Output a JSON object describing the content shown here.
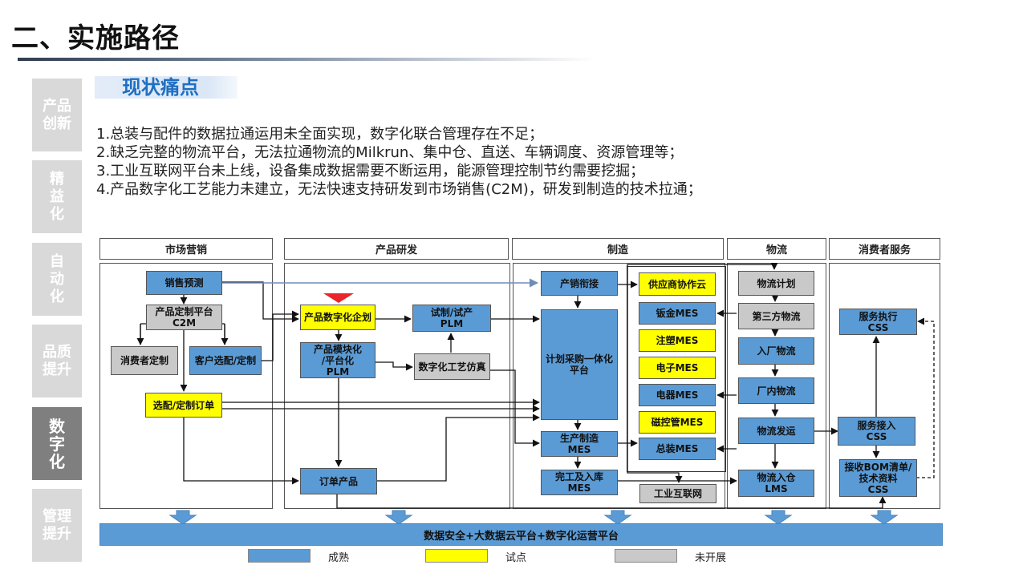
{
  "page": {
    "title": "二、实施路径",
    "section_label": "现状痛点"
  },
  "side_tabs": [
    {
      "label": "产品\n创新",
      "active": false
    },
    {
      "label": "精\n益\n化",
      "active": false
    },
    {
      "label": "自\n动\n化",
      "active": false
    },
    {
      "label": "品质\n提升",
      "active": false
    },
    {
      "label": "数\n字\n化",
      "active": true
    },
    {
      "label": "管理\n提升",
      "active": false
    }
  ],
  "issues": [
    "1.总装与配件的数据拉通运用未全面实现，数字化联合管理存在不足；",
    "2.缺乏完整的物流平台，无法拉通物流的Milkrun、集中仓、直送、车辆调度、资源管理等；",
    "3.工业互联网平台未上线，设备集成数据需要不断运用，能源管理控制节约需要挖掘；",
    "4.产品数字化工艺能力未建立，无法快速支持研发到市场销售(C2M)，研发到制造的技术拉通；"
  ],
  "columns": [
    {
      "name": "市场营销"
    },
    {
      "name": "产品研发"
    },
    {
      "name": "制造"
    },
    {
      "name": "物流"
    },
    {
      "name": "消费者服务"
    }
  ],
  "nodes": {
    "sales_forecast": {
      "label": "销售预测",
      "status": "mature"
    },
    "c2m": {
      "label": "产品定制平台\nC2M",
      "status": "not_started"
    },
    "consumer_custom": {
      "label": "消费者定制",
      "status": "not_started"
    },
    "customer_select": {
      "label": "客户选配/定制",
      "status": "mature"
    },
    "custom_order": {
      "label": "选配/定制订单",
      "status": "pilot"
    },
    "digital_planning": {
      "label": "产品数字化企划",
      "status": "pilot"
    },
    "plm_module": {
      "label": "产品模块化\n/平台化\nPLM",
      "status": "mature"
    },
    "trial_plm": {
      "label": "试制/试产\nPLM",
      "status": "mature"
    },
    "process_sim": {
      "label": "数字化工艺仿真",
      "status": "not_started"
    },
    "order_product": {
      "label": "订单产品",
      "status": "mature"
    },
    "sales_link": {
      "label": "产销衔接",
      "status": "mature"
    },
    "purchase_plan": {
      "label": "计划采购一体化\n平台",
      "status": "mature"
    },
    "prod_mes": {
      "label": "生产制造\nMES",
      "status": "mature"
    },
    "finish_mes": {
      "label": "完工及入库\nMES",
      "status": "mature"
    },
    "supplier_cloud": {
      "label": "供应商协作云",
      "status": "pilot"
    },
    "sheet_mes": {
      "label": "钣金MES",
      "status": "mature"
    },
    "inject_mes": {
      "label": "注塑MES",
      "status": "pilot"
    },
    "elec_mes": {
      "label": "电子MES",
      "status": "pilot"
    },
    "appliance_mes": {
      "label": "电器MES",
      "status": "mature"
    },
    "magnet_mes": {
      "label": "磁控管MES",
      "status": "pilot"
    },
    "assembly_mes": {
      "label": "总装MES",
      "status": "mature"
    },
    "iiot": {
      "label": "工业互联网",
      "status": "not_started"
    },
    "log_plan": {
      "label": "物流计划",
      "status": "not_started"
    },
    "third_party": {
      "label": "第三方物流",
      "status": "not_started"
    },
    "inbound": {
      "label": "入厂物流",
      "status": "mature"
    },
    "in_plant": {
      "label": "厂内物流",
      "status": "mature"
    },
    "dispatch": {
      "label": "物流发运",
      "status": "mature"
    },
    "lms": {
      "label": "物流入仓\nLMS",
      "status": "mature"
    },
    "service_exec": {
      "label": "服务执行\nCSS",
      "status": "mature"
    },
    "service_access": {
      "label": "服务接入\nCSS",
      "status": "mature"
    },
    "bom_css": {
      "label": "接收BOM清单/\n技术资料\nCSS",
      "status": "mature"
    }
  },
  "bottom_bar": "数据安全+大数据云平台+数字化运营平台",
  "legend": [
    {
      "label": "成熟",
      "color": "#5b9bd5"
    },
    {
      "label": "试点",
      "color": "#ffff00"
    },
    {
      "label": "未开展",
      "color": "#c9c9c9"
    }
  ],
  "colors": {
    "mature": "#5b9bd5",
    "pilot": "#ffff00",
    "not_started": "#c9c9c9",
    "accent_title": "#1f6fc1",
    "marker": "#e8262b"
  }
}
